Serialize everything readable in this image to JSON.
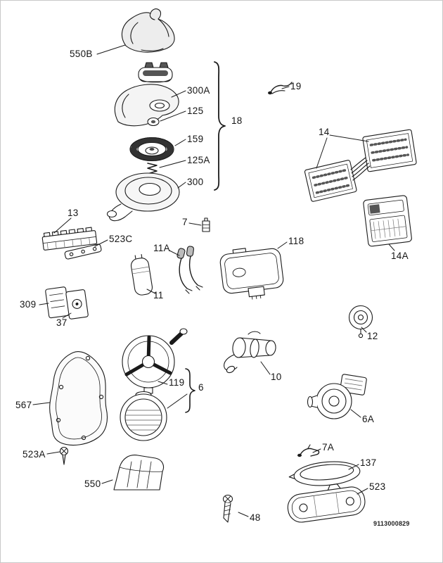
{
  "diagram": {
    "type": "exploded-parts-diagram",
    "doc_number": "9113000829"
  },
  "labels": {
    "p550B": "550B",
    "p300A": "300A",
    "p125": "125",
    "p159": "159",
    "p125A": "125A",
    "p300": "300",
    "p18": "18",
    "p19": "19",
    "p14": "14",
    "p14A": "14A",
    "p13": "13",
    "p523C": "523C",
    "p7": "7",
    "p11A": "11A",
    "p118": "118",
    "p309": "309",
    "p37": "37",
    "p11": "11",
    "p12": "12",
    "p119": "119",
    "p6": "6",
    "p10": "10",
    "p567": "567",
    "p6A": "6A",
    "p523A": "523A",
    "p7A": "7A",
    "p137": "137",
    "p550": "550",
    "p523": "523",
    "p48": "48"
  }
}
